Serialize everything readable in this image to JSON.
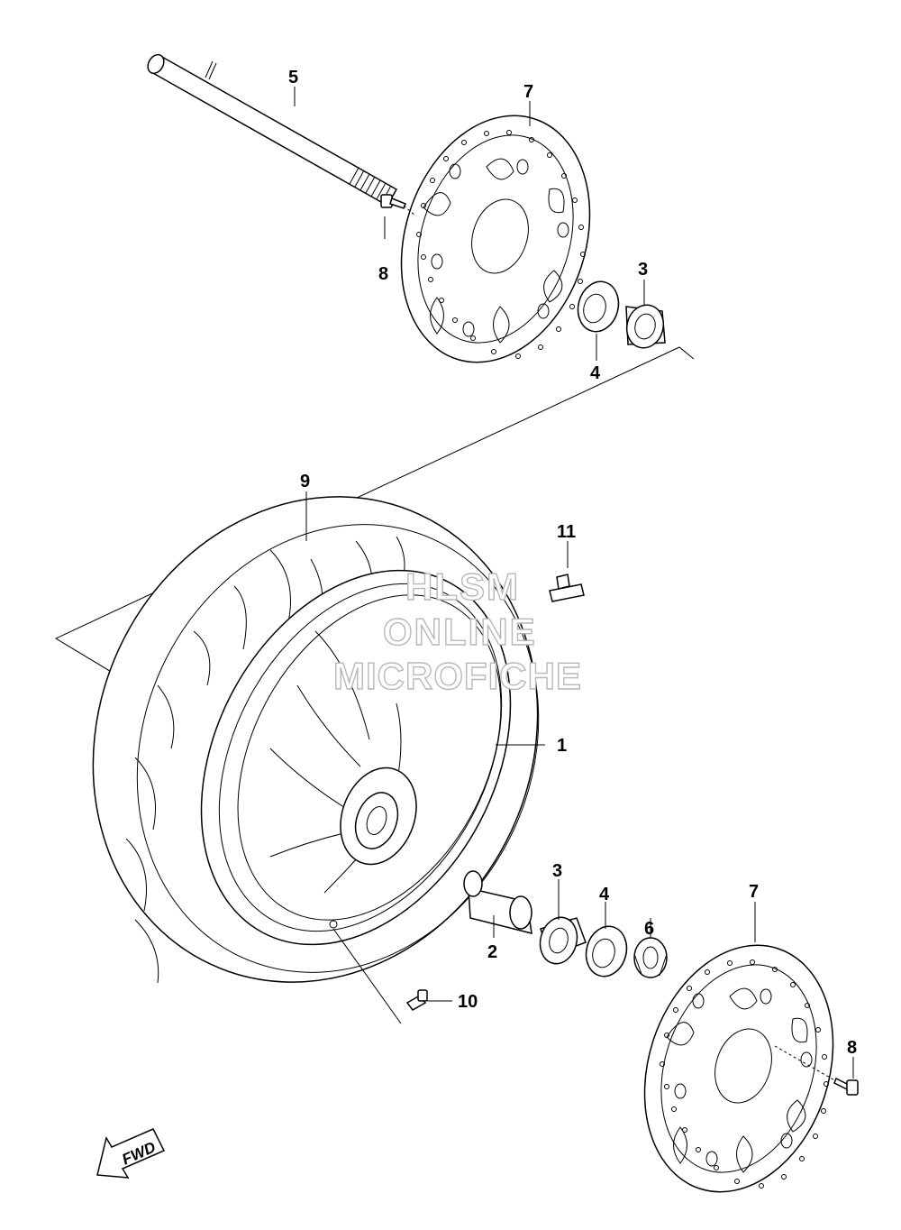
{
  "callouts": {
    "axle": "5",
    "disc_upper": "7",
    "bolt_upper": "8",
    "bearing_upper": "3",
    "seal_upper": "4",
    "tire": "9",
    "balance_weight": "11",
    "wheel": "1",
    "spacer": "2",
    "bearing_lower": "3",
    "seal_lower": "4",
    "disc_lower": "7",
    "spacer_lower": "6",
    "bolt_lower": "8",
    "valve": "10"
  },
  "watermark": {
    "line1": "HLSM",
    "line2": "ONLINE",
    "line3": "MICROFICHE"
  },
  "fwd_label": "FWD"
}
